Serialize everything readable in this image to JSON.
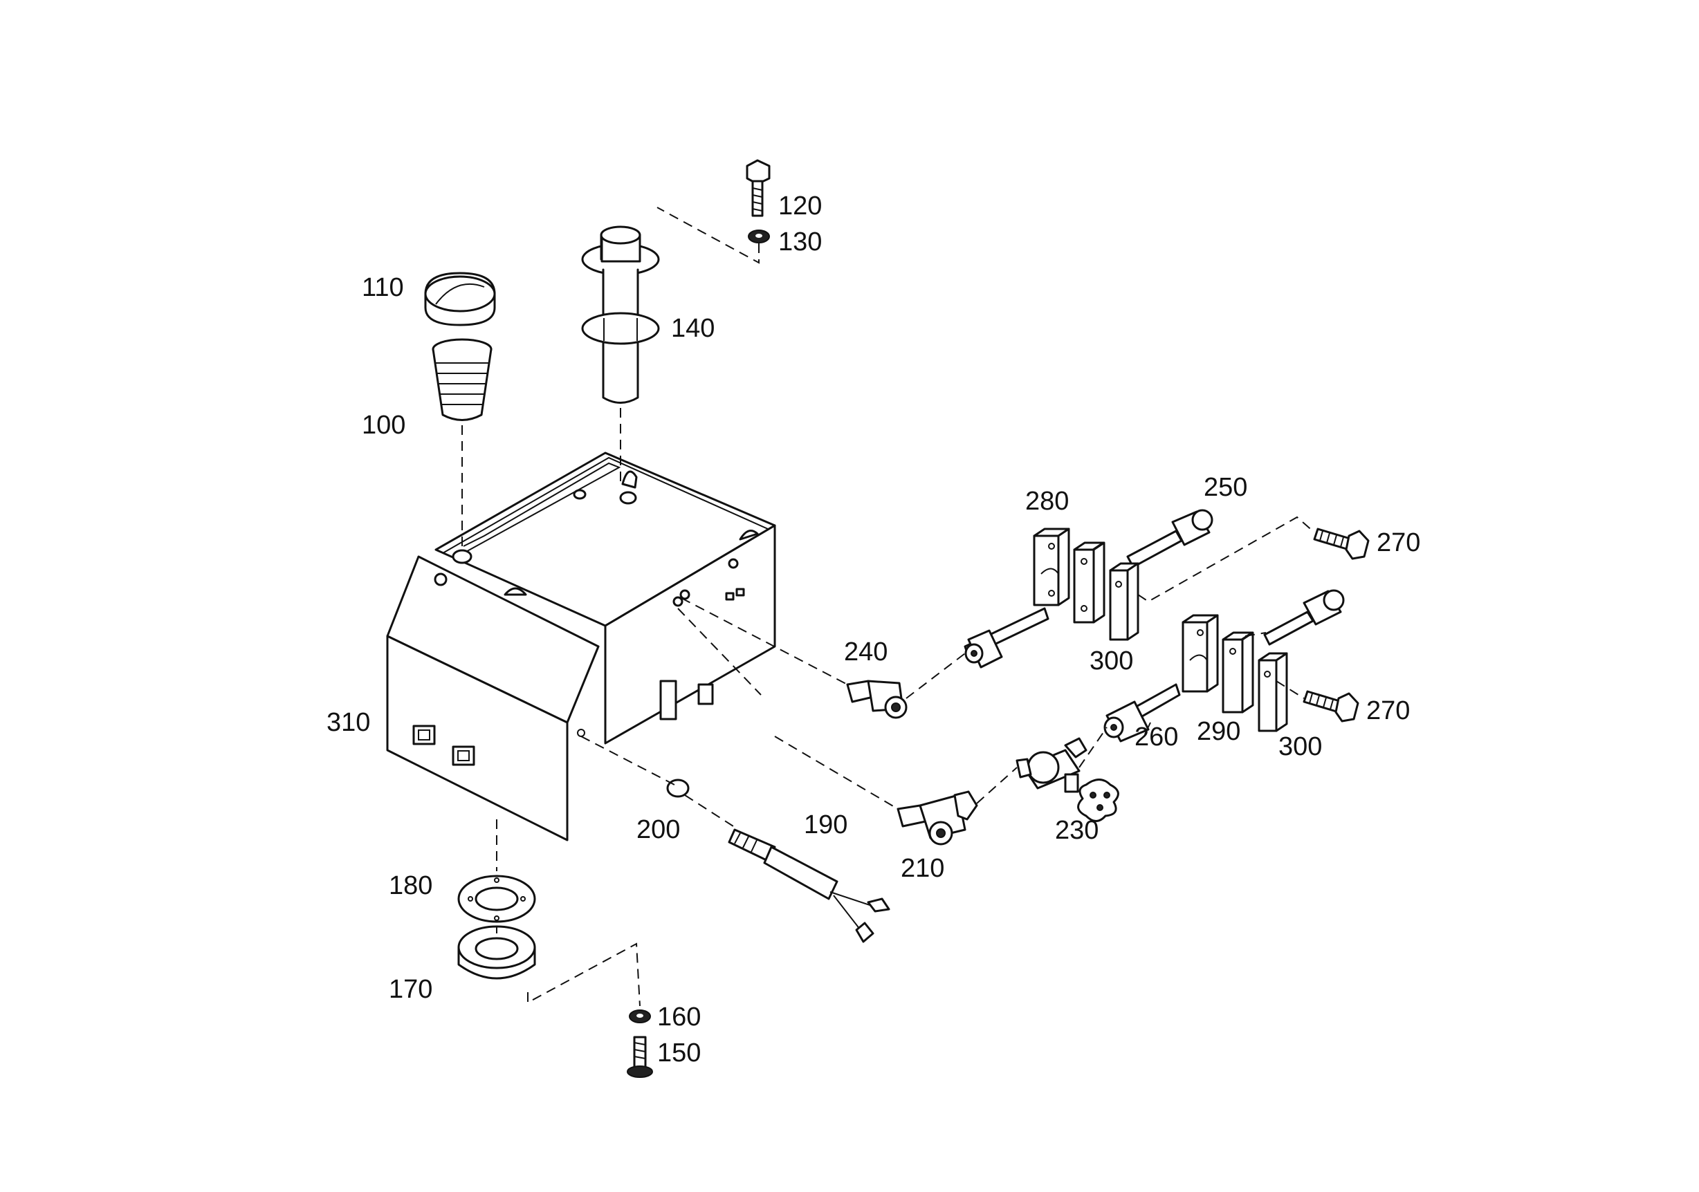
{
  "diagram": {
    "type": "exploded parts drawing",
    "callouts": {
      "c100": "100",
      "c110": "110",
      "c120": "120",
      "c130": "130",
      "c140": "140",
      "c150": "150",
      "c160": "160",
      "c170": "170",
      "c180": "180",
      "c190": "190",
      "c200": "200",
      "c210": "210",
      "c230": "230",
      "c240": "240",
      "c250": "250",
      "c260": "260",
      "c270a": "270",
      "c270b": "270",
      "c280": "280",
      "c290": "290",
      "c300a": "300",
      "c300b": "300",
      "c310": "310"
    }
  }
}
